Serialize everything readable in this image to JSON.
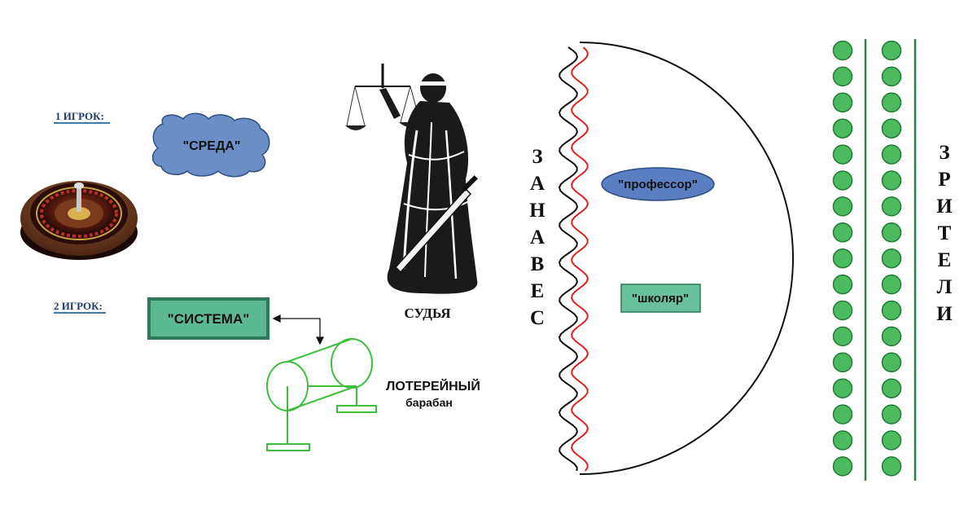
{
  "player1": {
    "label": "1 ИГРОК:",
    "box": "\"СРЕДА\""
  },
  "player2": {
    "label": "2 ИГРОК:",
    "box": "\"СИСТЕМА\""
  },
  "judge": {
    "label": "СУДЬЯ"
  },
  "lottery": {
    "line1": "ЛОТЕРЕЙНЫЙ",
    "line2": "барабан"
  },
  "curtain": {
    "letters": [
      "З",
      "А",
      "Н",
      "А",
      "В",
      "Е",
      "С"
    ]
  },
  "stage": {
    "professor": "\"профессор\"",
    "scholar": "\"школяр\""
  },
  "audience": {
    "letters": [
      "З",
      "Р",
      "И",
      "Т",
      "Е",
      "Л",
      "И"
    ],
    "rows_per_column": 17,
    "columns": 2
  },
  "colors": {
    "cloud_fill": "#6b8ec6",
    "cloud_stroke": "#2f4f7f",
    "system_fill": "#5db993",
    "system_stroke": "#2d7a5a",
    "professor_fill": "#5b7ec2",
    "scholar_fill": "#68c09d",
    "drum_stroke": "#3cbf3c",
    "curtain_red": "#e02020",
    "audience_dot": "#4cba5e",
    "audience_dot_stroke": "#1f7a34",
    "audience_line": "#2f7a4d",
    "underline": "#3d7ea6"
  }
}
